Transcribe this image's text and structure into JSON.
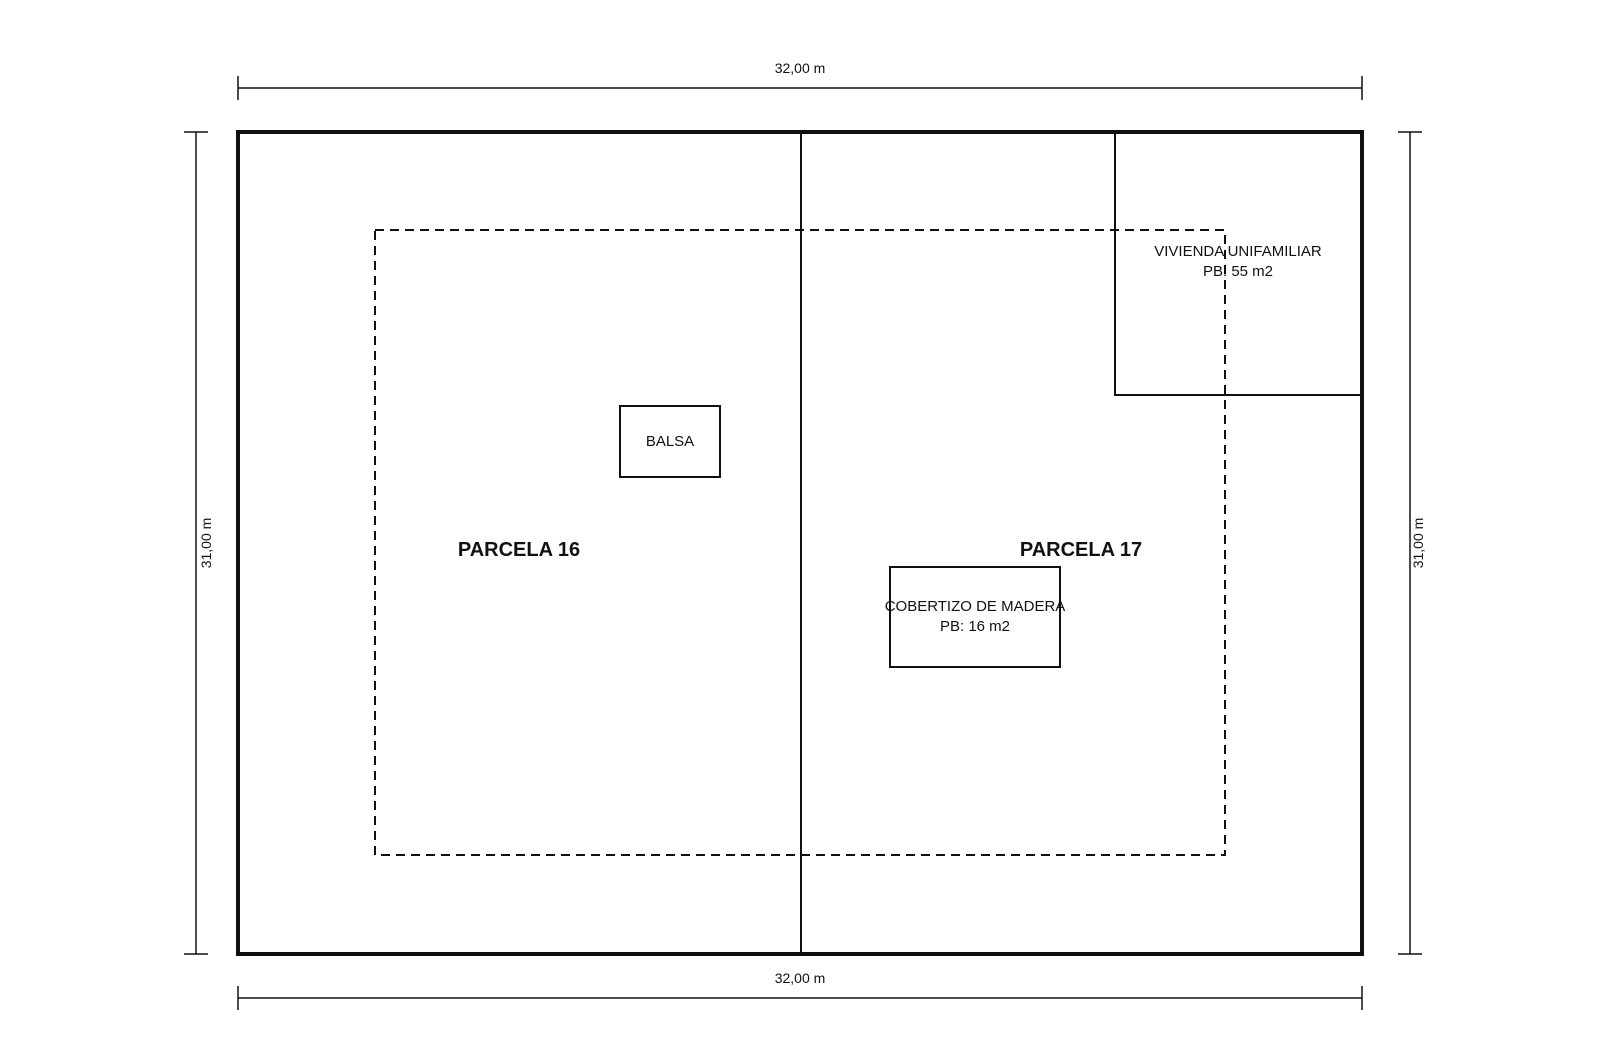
{
  "dimensions": {
    "top_width": "32,00 m",
    "bottom_width": "32,00 m",
    "left_height": "31,00 m",
    "right_height": "31,00 m"
  },
  "parcels": {
    "left": "PARCELA 16",
    "right": "PARCELA 17"
  },
  "buildings": {
    "balsa": "BALSA",
    "vivienda_line1": "VIVIENDA UNIFAMILIAR",
    "vivienda_line2": "PB: 55 m2",
    "cobertizo_line1": "COBERTIZO DE MADERA",
    "cobertizo_line2": "PB: 16 m2"
  },
  "colors": {
    "line": "#111111",
    "background": "#ffffff"
  }
}
